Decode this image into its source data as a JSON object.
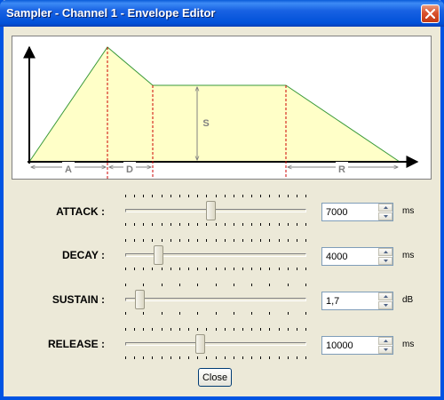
{
  "window": {
    "title": "Sampler - Channel 1 - Envelope Editor"
  },
  "graph": {
    "labels": {
      "attack": "A",
      "decay": "D",
      "sustain": "S",
      "release": "R"
    },
    "colors": {
      "fill": "#ffffc8",
      "line": "#3a9a3a",
      "marker": "#cc0000",
      "dimension": "#808080"
    }
  },
  "controls": [
    {
      "label": "ATTACK :",
      "value": "7000",
      "unit": "ms",
      "slider_fraction": 0.47
    },
    {
      "label": "DECAY :",
      "value": "4000",
      "unit": "ms",
      "slider_fraction": 0.18
    },
    {
      "label": "SUSTAIN :",
      "value": "1,7",
      "unit": "dB",
      "slider_fraction": 0.08
    },
    {
      "label": "RELEASE :",
      "value": "10000",
      "unit": "ms",
      "slider_fraction": 0.41
    }
  ],
  "footer": {
    "close_label": "Close"
  }
}
